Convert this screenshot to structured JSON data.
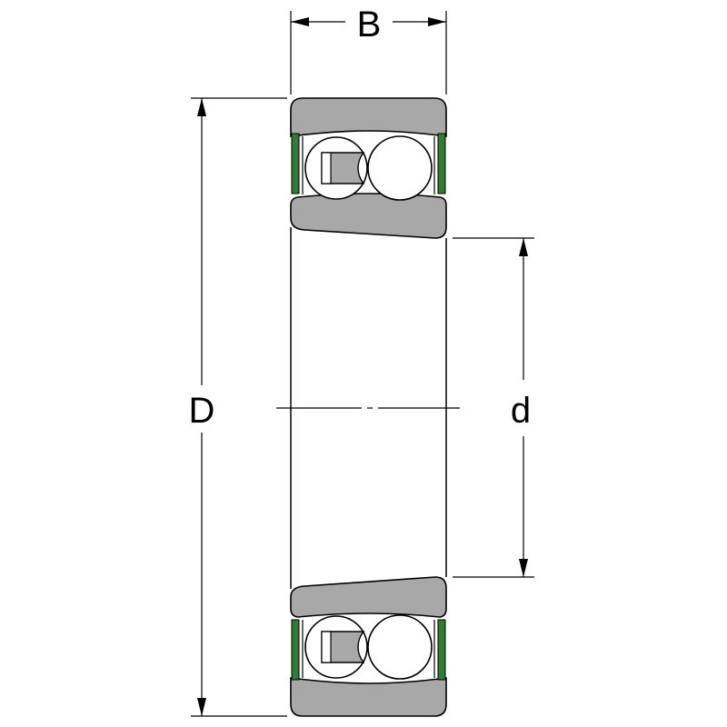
{
  "labels": {
    "width": "B",
    "outer_diameter": "D",
    "bore_diameter": "d"
  },
  "colors": {
    "ring": "#a8a8a8",
    "ball": "#ffffff",
    "cage": "#a8a8a8",
    "seal": "#2e7d32",
    "line": "#000000",
    "background": "#ffffff"
  }
}
